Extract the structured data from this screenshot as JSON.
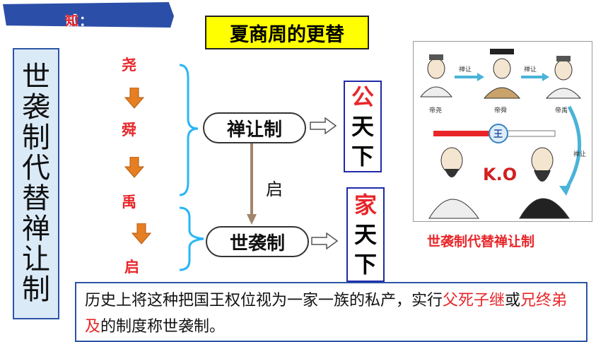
{
  "section_tag": {
    "prefix": "贰：",
    "title": "知识梳理"
  },
  "title": "夏商周的更替",
  "vertical_title": [
    "世",
    "袭",
    "制",
    "代",
    "替",
    "禅",
    "让",
    "制"
  ],
  "rulers": [
    "尧",
    "舜",
    "禹",
    "启"
  ],
  "systems": {
    "shanrang": "禅让制",
    "shixi": "世袭制"
  },
  "qi_label": "启",
  "gongtianxia": [
    "公",
    "天",
    "下"
  ],
  "jiatianxia": [
    "家",
    "天",
    "下"
  ],
  "picture": {
    "labels": {
      "yao": "帝尧",
      "shun": "帝舜",
      "yu": "帝禹"
    },
    "arrow_text": "禅让",
    "king_char": "王",
    "ko_text": "K.O"
  },
  "caption": "世袭制代替禅让制",
  "definition": {
    "part1": "历史上将这种把国王权位视为一家一族的私产，实行",
    "red1": "父死子继",
    "part2": "或",
    "red2": "兄终弟及",
    "part3": "的制度称世袭制。"
  },
  "colors": {
    "accent_red": "#e8262a",
    "tag_blue": "#2b4fa8",
    "highlight_yellow": "#ffff00",
    "arrow_orange": "#e67e22",
    "bracket_cyan": "#29b6f6"
  }
}
